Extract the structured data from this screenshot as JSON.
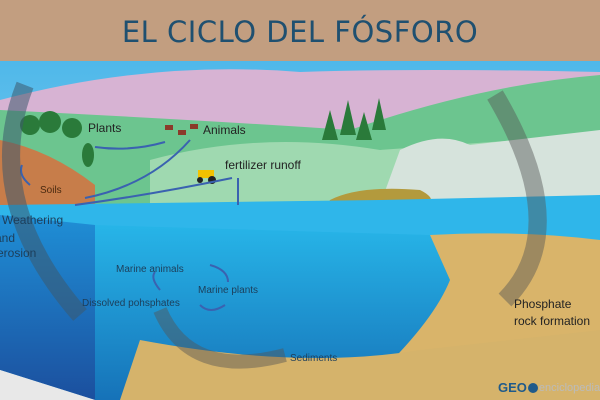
{
  "title": "EL CICLO DEL FÓSFORO",
  "labels": {
    "plants": "Plants",
    "animals": "Animals",
    "fertilizer": "fertilizer runoff",
    "soils": "Soils",
    "weathering": "Weathering",
    "and": "and",
    "erosion": "erosion",
    "marine_animals": "Marine animals",
    "marine_plants": "Marine plants",
    "dissolved": "Dissolved pohsphates",
    "sediments": "Sediments",
    "phosphate": "Phosphate",
    "rock_formation": "rock formation"
  },
  "logo": {
    "brand": "GEO",
    "rest": "enciclopedia"
  },
  "colors": {
    "banner": "#c29e80",
    "title": "#1f5070",
    "water": "#1aa6e0",
    "land": "#d9b46a"
  }
}
